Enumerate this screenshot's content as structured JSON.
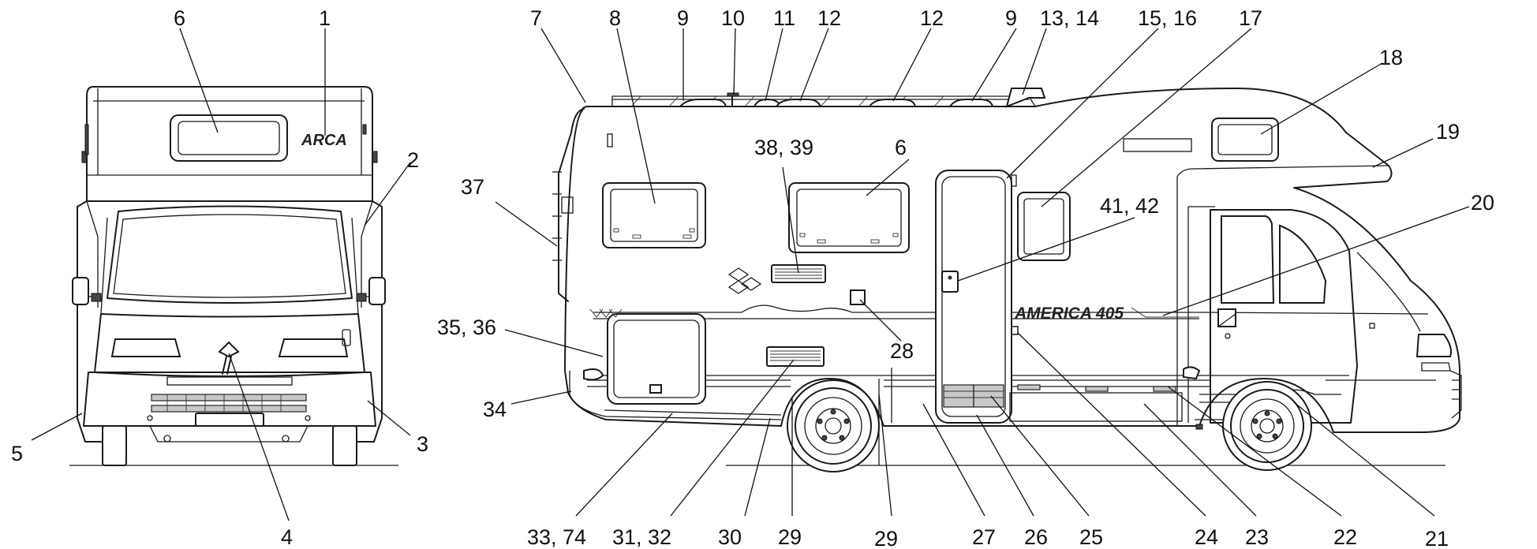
{
  "diagram": {
    "brand_logo_front": "ARCA",
    "model_logo_side": "AMERICA 405",
    "callouts": [
      {
        "id": "c1",
        "text": "1"
      },
      {
        "id": "c2",
        "text": "2"
      },
      {
        "id": "c3",
        "text": "3"
      },
      {
        "id": "c4",
        "text": "4"
      },
      {
        "id": "c5",
        "text": "5"
      },
      {
        "id": "c6a",
        "text": "6"
      },
      {
        "id": "c7",
        "text": "7"
      },
      {
        "id": "c8",
        "text": "8"
      },
      {
        "id": "c9a",
        "text": "9"
      },
      {
        "id": "c10",
        "text": "10"
      },
      {
        "id": "c11",
        "text": "11"
      },
      {
        "id": "c12a",
        "text": "12"
      },
      {
        "id": "c12b",
        "text": "12"
      },
      {
        "id": "c9b",
        "text": "9"
      },
      {
        "id": "c13",
        "text": "13, 14"
      },
      {
        "id": "c15",
        "text": "15, 16"
      },
      {
        "id": "c17",
        "text": "17"
      },
      {
        "id": "c18",
        "text": "18"
      },
      {
        "id": "c19",
        "text": "19"
      },
      {
        "id": "c20",
        "text": "20"
      },
      {
        "id": "c37",
        "text": "37"
      },
      {
        "id": "c38",
        "text": "38, 39"
      },
      {
        "id": "c6b",
        "text": "6"
      },
      {
        "id": "c41",
        "text": "41, 42"
      },
      {
        "id": "c35",
        "text": "35, 36"
      },
      {
        "id": "c28",
        "text": "28"
      },
      {
        "id": "c34",
        "text": "34"
      },
      {
        "id": "c33",
        "text": "33, 74"
      },
      {
        "id": "c31",
        "text": "31, 32"
      },
      {
        "id": "c30",
        "text": "30"
      },
      {
        "id": "c29a",
        "text": "29"
      },
      {
        "id": "c29b",
        "text": "29"
      },
      {
        "id": "c27",
        "text": "27"
      },
      {
        "id": "c26",
        "text": "26"
      },
      {
        "id": "c25",
        "text": "25"
      },
      {
        "id": "c24",
        "text": "24"
      },
      {
        "id": "c23",
        "text": "23"
      },
      {
        "id": "c22",
        "text": "22"
      },
      {
        "id": "c21",
        "text": "21"
      }
    ]
  }
}
